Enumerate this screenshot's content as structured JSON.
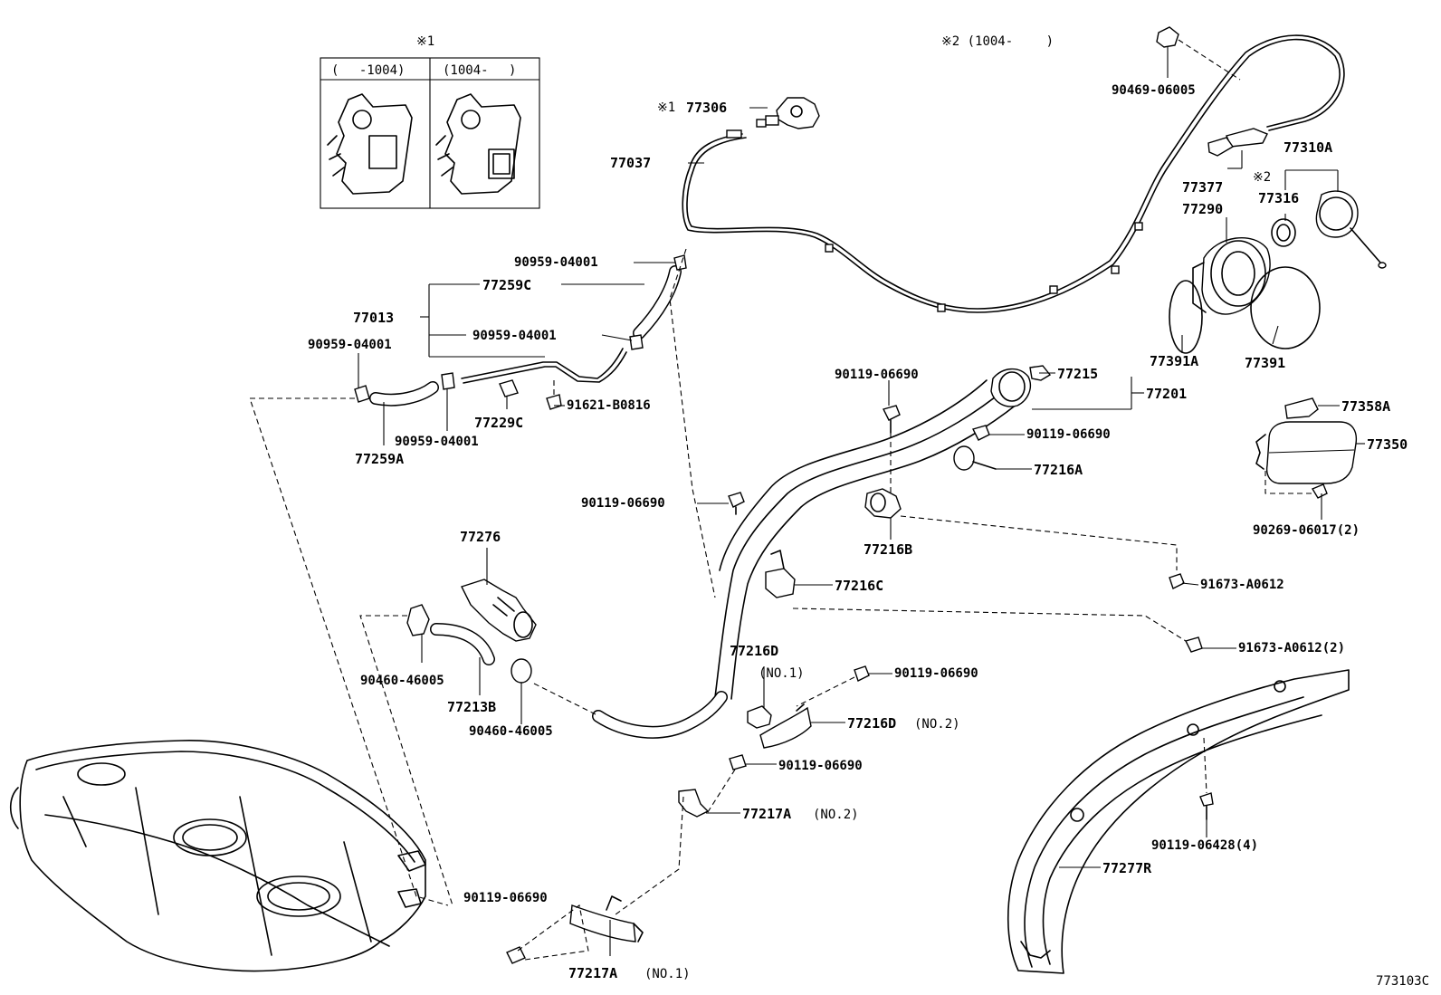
{
  "inset": {
    "ref": "※1",
    "col_left": "(　 -1004)",
    "col_right": "(1004-　 )"
  },
  "note2": "※2 (1004-　　 )",
  "diagram_code": "773103C",
  "labels": {
    "p_90469_06005": "90469-06005",
    "p_77306": "77306",
    "p_77306_ref": "※1",
    "p_77037": "77037",
    "p_77310A": "77310A",
    "p_77377": "77377",
    "p_77316_ref": "※2",
    "p_77316": "77316",
    "p_77290": "77290",
    "p_77391A": "77391A",
    "p_77391": "77391",
    "p_90959_a": "90959-04001",
    "p_77259C": "77259C",
    "p_77013": "77013",
    "p_90959_b": "90959-04001",
    "p_90959_c": "90959-04001",
    "p_90959_d": "90959-04001",
    "p_91621": "91621-B0816",
    "p_77229C": "77229C",
    "p_77259A": "77259A",
    "p_90119_a": "90119-06690",
    "p_77215": "77215",
    "p_77201": "77201",
    "p_90119_b": "90119-06690",
    "p_77216A": "77216A",
    "p_77358A": "77358A",
    "p_77350": "77350",
    "p_90269": "90269-06017(2)",
    "p_90119_c": "90119-06690",
    "p_77216B": "77216B",
    "p_91673_a": "91673-A0612",
    "p_77216C": "77216C",
    "p_77276": "77276",
    "p_91673_b": "91673-A0612(2)",
    "p_90460_a": "90460-46005",
    "p_77213B": "77213B",
    "p_90460_b": "90460-46005",
    "p_77216D1": "77216D",
    "p_77216D1_no": "(NO.1)",
    "p_90119_d": "90119-06690",
    "p_77216D2": "77216D",
    "p_77216D2_no": "(NO.2)",
    "p_90119_e": "90119-06690",
    "p_77217A2": "77217A",
    "p_77217A2_no": "(NO.2)",
    "p_90119_f": "90119-06428(4)",
    "p_77277R": "77277R",
    "p_90119_g": "90119-06690",
    "p_77217A1": "77217A",
    "p_77217A1_no": "(NO.1)"
  }
}
